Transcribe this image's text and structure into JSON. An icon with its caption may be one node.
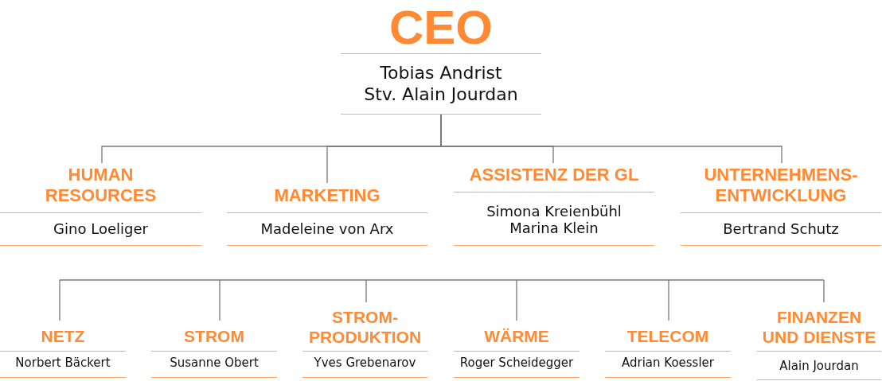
{
  "diagram": {
    "nodes": [
      {
        "text": [
          "CEO",
          "Tobias Andrist",
          "Stv. Alain Jourdan"
        ]
      },
      {
        "text": [
          "HUMAN RESOURCES",
          "Gino Loeliger"
        ]
      },
      {
        "text": [
          "MARKETING",
          "Madeleine von Arx"
        ]
      },
      {
        "text": [
          "ASSISTENZ DER GL",
          "Simona Kreienbühl",
          "Marina Klein"
        ]
      },
      {
        "text": [
          "UNTERNEHMENS- ENTWICKLUNG",
          "Bertrand Schutz"
        ]
      },
      {
        "text": [
          "NETZ",
          "Norbert Bäckert"
        ]
      },
      {
        "text": [
          "STROM",
          "Susanne Obert"
        ]
      },
      {
        "text": [
          "STROM- PRODUKTION",
          "Yves Grebenarov"
        ]
      },
      {
        "text": [
          "WÄRME",
          "Roger Scheidegger"
        ]
      },
      {
        "text": [
          "TELECOM",
          "Adrian Koessler"
        ]
      },
      {
        "text": [
          "FINANZEN UND DIENSTE",
          "Alain Jourdan"
        ]
      }
    ],
    "edges": [
      {
        "from": 0,
        "to": 1,
        "arrow": "none"
      },
      {
        "from": 0,
        "to": 2,
        "arrow": "none"
      },
      {
        "from": 0,
        "to": 3,
        "arrow": "none"
      },
      {
        "from": 0,
        "to": 4,
        "arrow": "none"
      },
      {
        "from": null,
        "to": 5,
        "arrow": "none"
      },
      {
        "from": null,
        "to": 6,
        "arrow": "none"
      },
      {
        "from": null,
        "to": 7,
        "arrow": "none"
      },
      {
        "from": null,
        "to": 8,
        "arrow": "none"
      },
      {
        "from": null,
        "to": 9,
        "arrow": "none"
      },
      {
        "from": null,
        "to": 10,
        "arrow": "none"
      }
    ]
  }
}
